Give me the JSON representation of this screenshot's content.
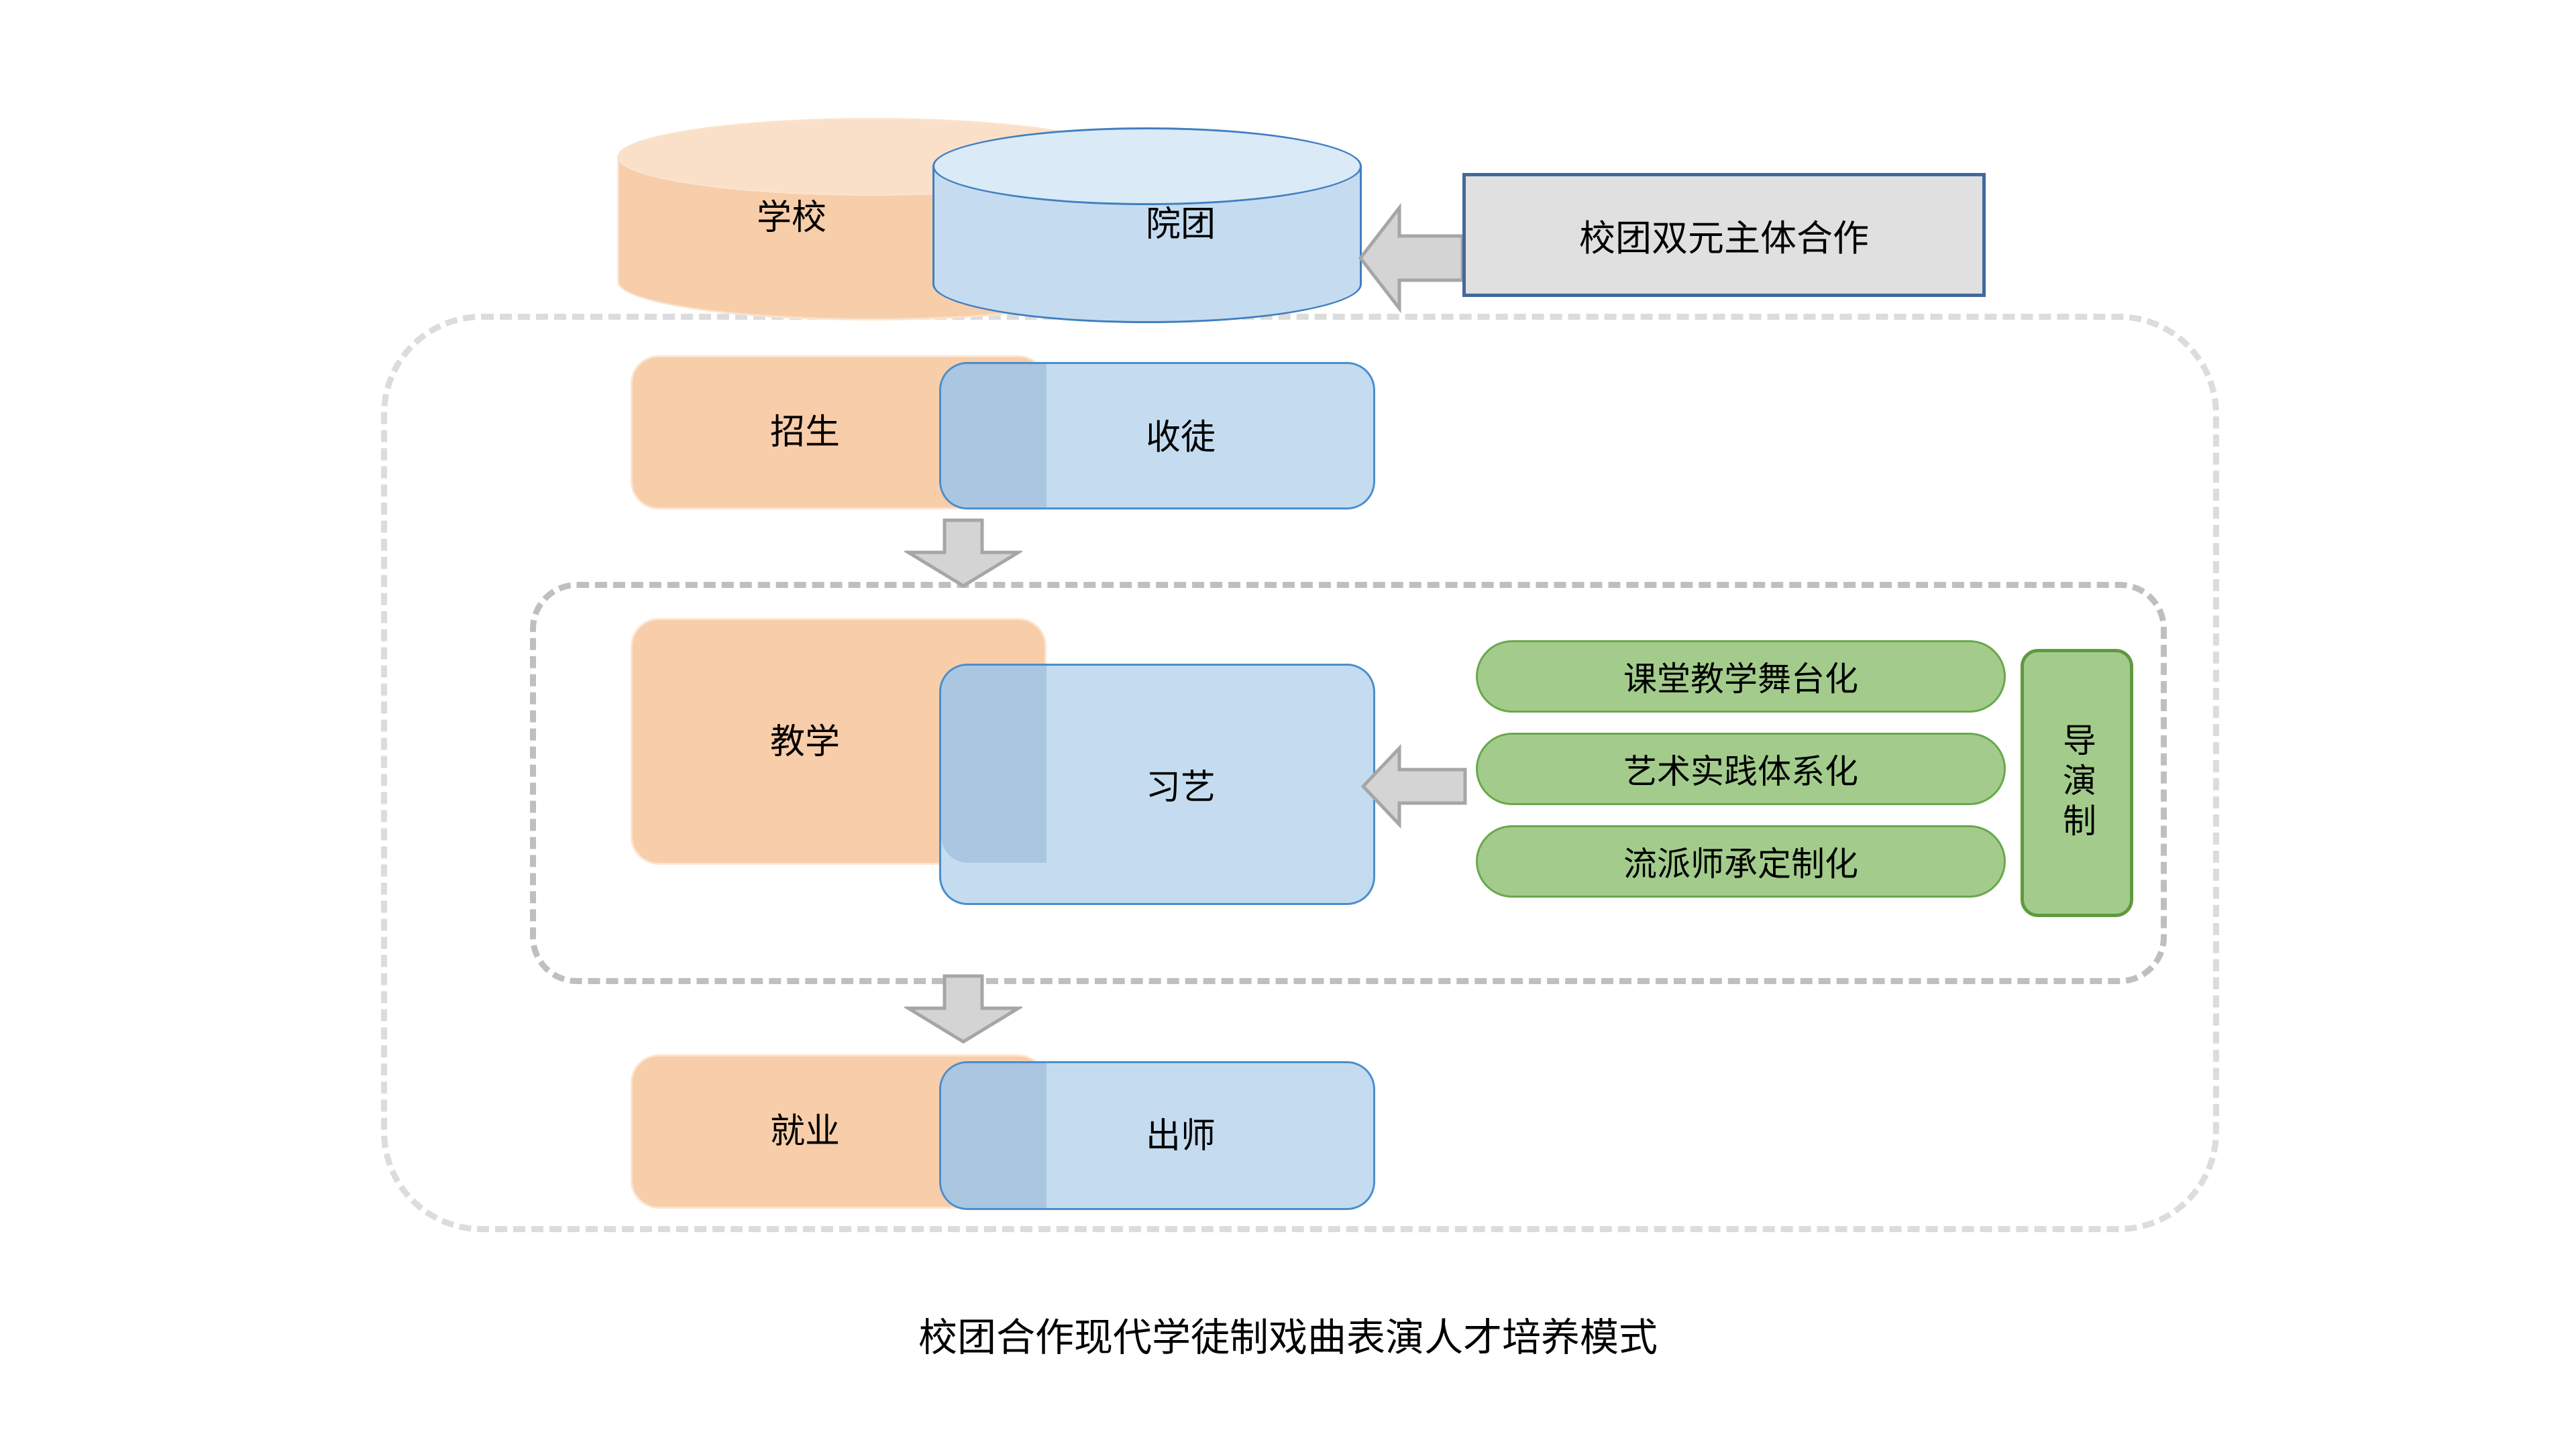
{
  "diagram": {
    "caption": "校团合作现代学徒制戏曲表演人才培养模式",
    "callout": {
      "label": "校团双元主体合作",
      "fill": "#e0e0e0",
      "border": "#41699b"
    },
    "colors": {
      "school_orange_fill": "#f8cda9",
      "school_orange_border": "#fce4d0",
      "troupe_blue_fill": "#c5dcf0",
      "troupe_blue_border": "#4a8ecd",
      "overlap_gray_blue": "#c3d1e0",
      "pill_green_fill": "#a3cc8c",
      "pill_green_border": "#6aa74c",
      "arrow_fill": "#d4d4d4",
      "arrow_border": "#a6a6a6",
      "dashed_outer": "#dcdcdc",
      "dashed_inner": "#bfbfbf"
    },
    "rows": [
      {
        "id": "row-partnership",
        "school": "学校",
        "troupe": "院团",
        "shape": "cylinder"
      },
      {
        "id": "row-admission",
        "school": "招生",
        "troupe": "收徒",
        "shape": "rounded-rect"
      },
      {
        "id": "row-training",
        "school": "教学",
        "troupe": "习艺",
        "shape": "rounded-rect"
      },
      {
        "id": "row-graduation",
        "school": "就业",
        "troupe": "出师",
        "shape": "rounded-rect"
      }
    ],
    "training_methods": [
      "课堂教学舞台化",
      "艺术实践体系化",
      "流派师承定制化"
    ],
    "director_system": "导演制",
    "arrows": [
      {
        "id": "arrow-to-callout",
        "direction": "left"
      },
      {
        "id": "arrow-admission-to-training",
        "direction": "down"
      },
      {
        "id": "arrow-methods-to-training",
        "direction": "left"
      },
      {
        "id": "arrow-training-to-graduation",
        "direction": "down"
      }
    ]
  }
}
